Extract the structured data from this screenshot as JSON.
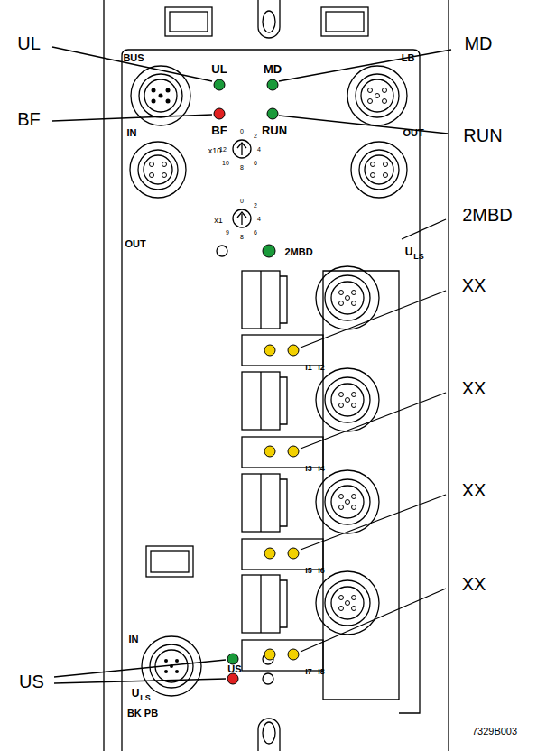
{
  "diagram": {
    "labels": [
      "UL",
      "MD",
      "BF",
      "RUN",
      "2MBD",
      "XX",
      "XX",
      "XX",
      "XX",
      "US",
      "BUS",
      "UL",
      "MD",
      "LB",
      "BF",
      "RUN",
      "IN",
      "OUT",
      "x10",
      "0",
      "2",
      "4",
      "6",
      "8",
      "10",
      "12",
      "x1",
      "0",
      "2",
      "4",
      "6",
      "8",
      "9",
      "OUT",
      "2MBD",
      "U",
      "LS",
      "I1",
      "I2",
      "I3",
      "I4",
      "I5",
      "I6",
      "I7",
      "I8",
      "IN",
      "US",
      "U",
      "LS",
      "BK PB",
      "7329B003"
    ]
  }
}
